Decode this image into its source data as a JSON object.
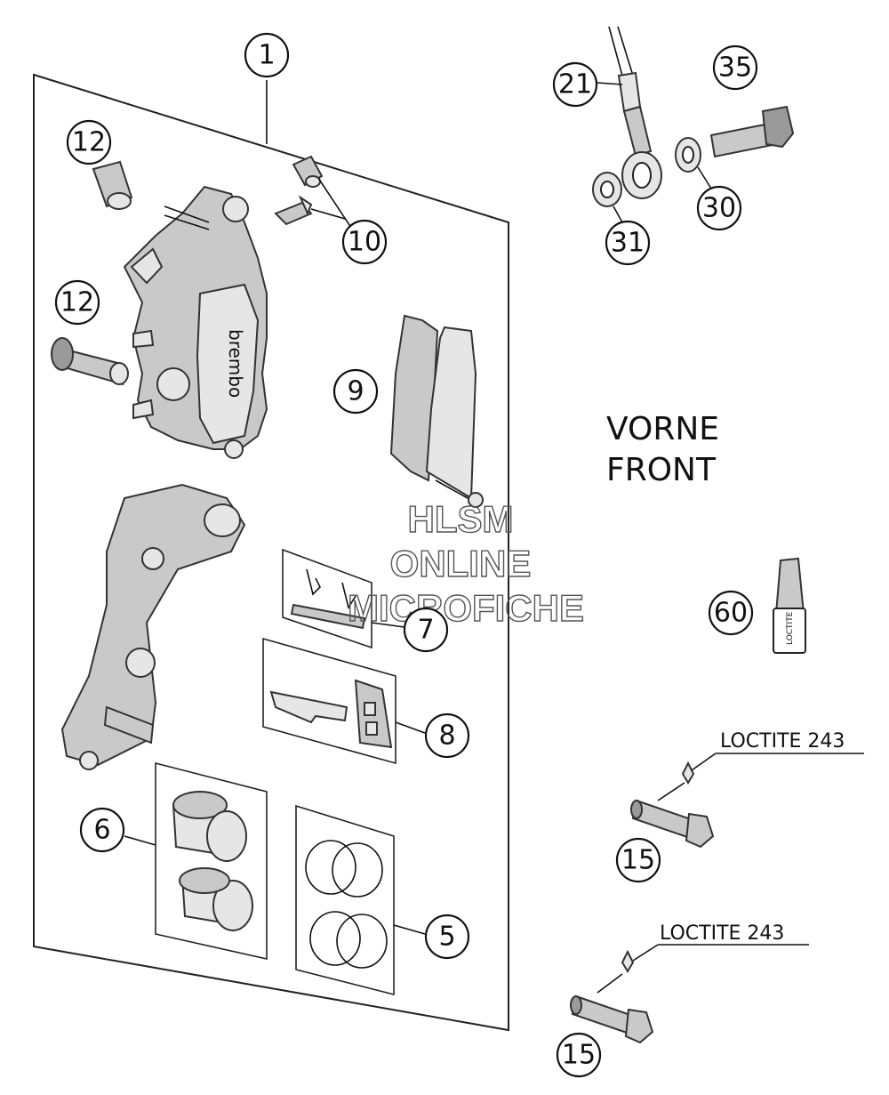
{
  "callouts": {
    "c1": "1",
    "c12a": "12",
    "c12b": "12",
    "c10": "10",
    "c9": "9",
    "c7": "7",
    "c8": "8",
    "c6": "6",
    "c5": "5",
    "c21": "21",
    "c35": "35",
    "c30": "30",
    "c31": "31",
    "c60": "60",
    "c15a": "15",
    "c15b": "15"
  },
  "labels": {
    "vorne": "VORNE",
    "front": "FRONT",
    "loctite_a": "LOCTITE 243",
    "loctite_b": "LOCTITE 243",
    "caliper_brand": "brembo",
    "tube_label": "LOCTITE"
  },
  "watermark": {
    "line1": "HLSM",
    "line2": "ONLINE",
    "line3": "MICROFICHE"
  },
  "colors": {
    "line": "#111111",
    "part_fill": "#c9c9c9",
    "background": "#ffffff"
  }
}
